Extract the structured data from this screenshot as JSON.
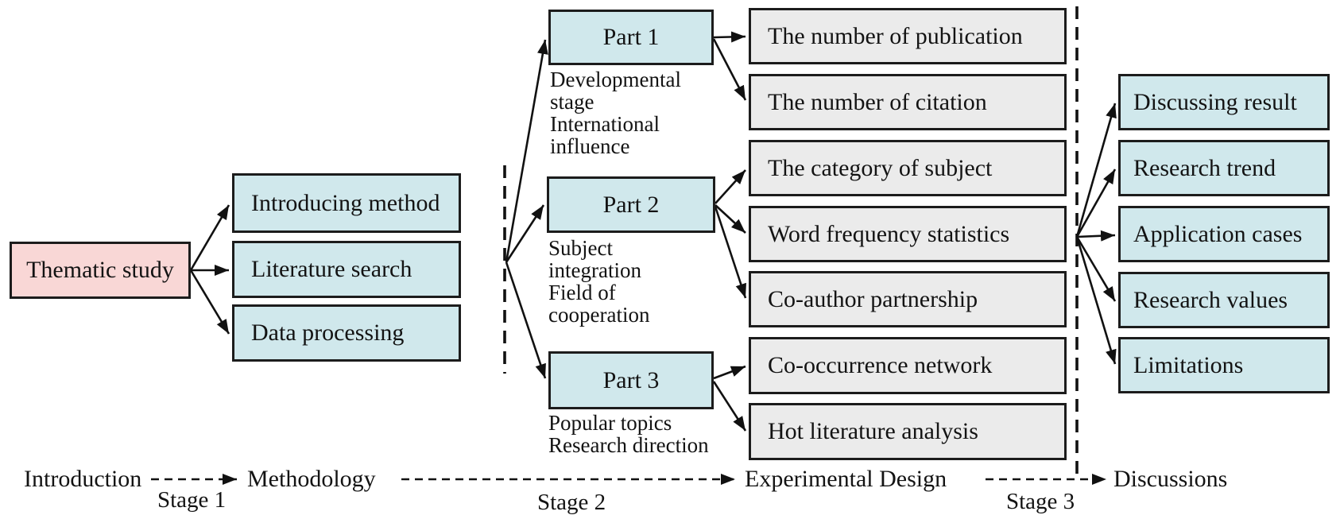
{
  "diagram": {
    "title_box": {
      "label": "Thematic study"
    },
    "method_boxes": [
      {
        "label": "Introducing method"
      },
      {
        "label": "Literature search"
      },
      {
        "label": "Data processing"
      }
    ],
    "parts": [
      {
        "label": "Part 1",
        "sublines": [
          "Developmental",
          "stage",
          "International",
          "influence"
        ]
      },
      {
        "label": "Part 2",
        "sublines": [
          "Subject",
          "integration",
          "Field of",
          "cooperation"
        ]
      },
      {
        "label": "Part 3",
        "sublines": [
          "Popular topics",
          "Research direction"
        ]
      }
    ],
    "result_boxes": [
      {
        "label": "The number of publication"
      },
      {
        "label": "The number of citation"
      },
      {
        "label": "The category of subject"
      },
      {
        "label": "Word frequency statistics"
      },
      {
        "label": "Co-author partnership"
      },
      {
        "label": "Co-occurrence network"
      },
      {
        "label": "Hot literature analysis"
      }
    ],
    "discussion_boxes": [
      {
        "label": "Discussing result"
      },
      {
        "label": "Research trend"
      },
      {
        "label": "Application cases"
      },
      {
        "label": "Research values"
      },
      {
        "label": "Limitations"
      }
    ],
    "timeline": {
      "milestones": [
        {
          "label": "Introduction"
        },
        {
          "label": "Methodology"
        },
        {
          "label": "Experimental Design"
        },
        {
          "label": "Discussions"
        }
      ],
      "stages": [
        {
          "label": "Stage 1"
        },
        {
          "label": "Stage 2"
        },
        {
          "label": "Stage 3"
        }
      ]
    },
    "colors": {
      "root_fill": "#f9d7d6",
      "primary_fill": "#d0e8ec",
      "secondary_fill": "#ebebeb",
      "border_color": "#1c1c1c",
      "line_color": "#111111",
      "background": "#ffffff"
    }
  }
}
